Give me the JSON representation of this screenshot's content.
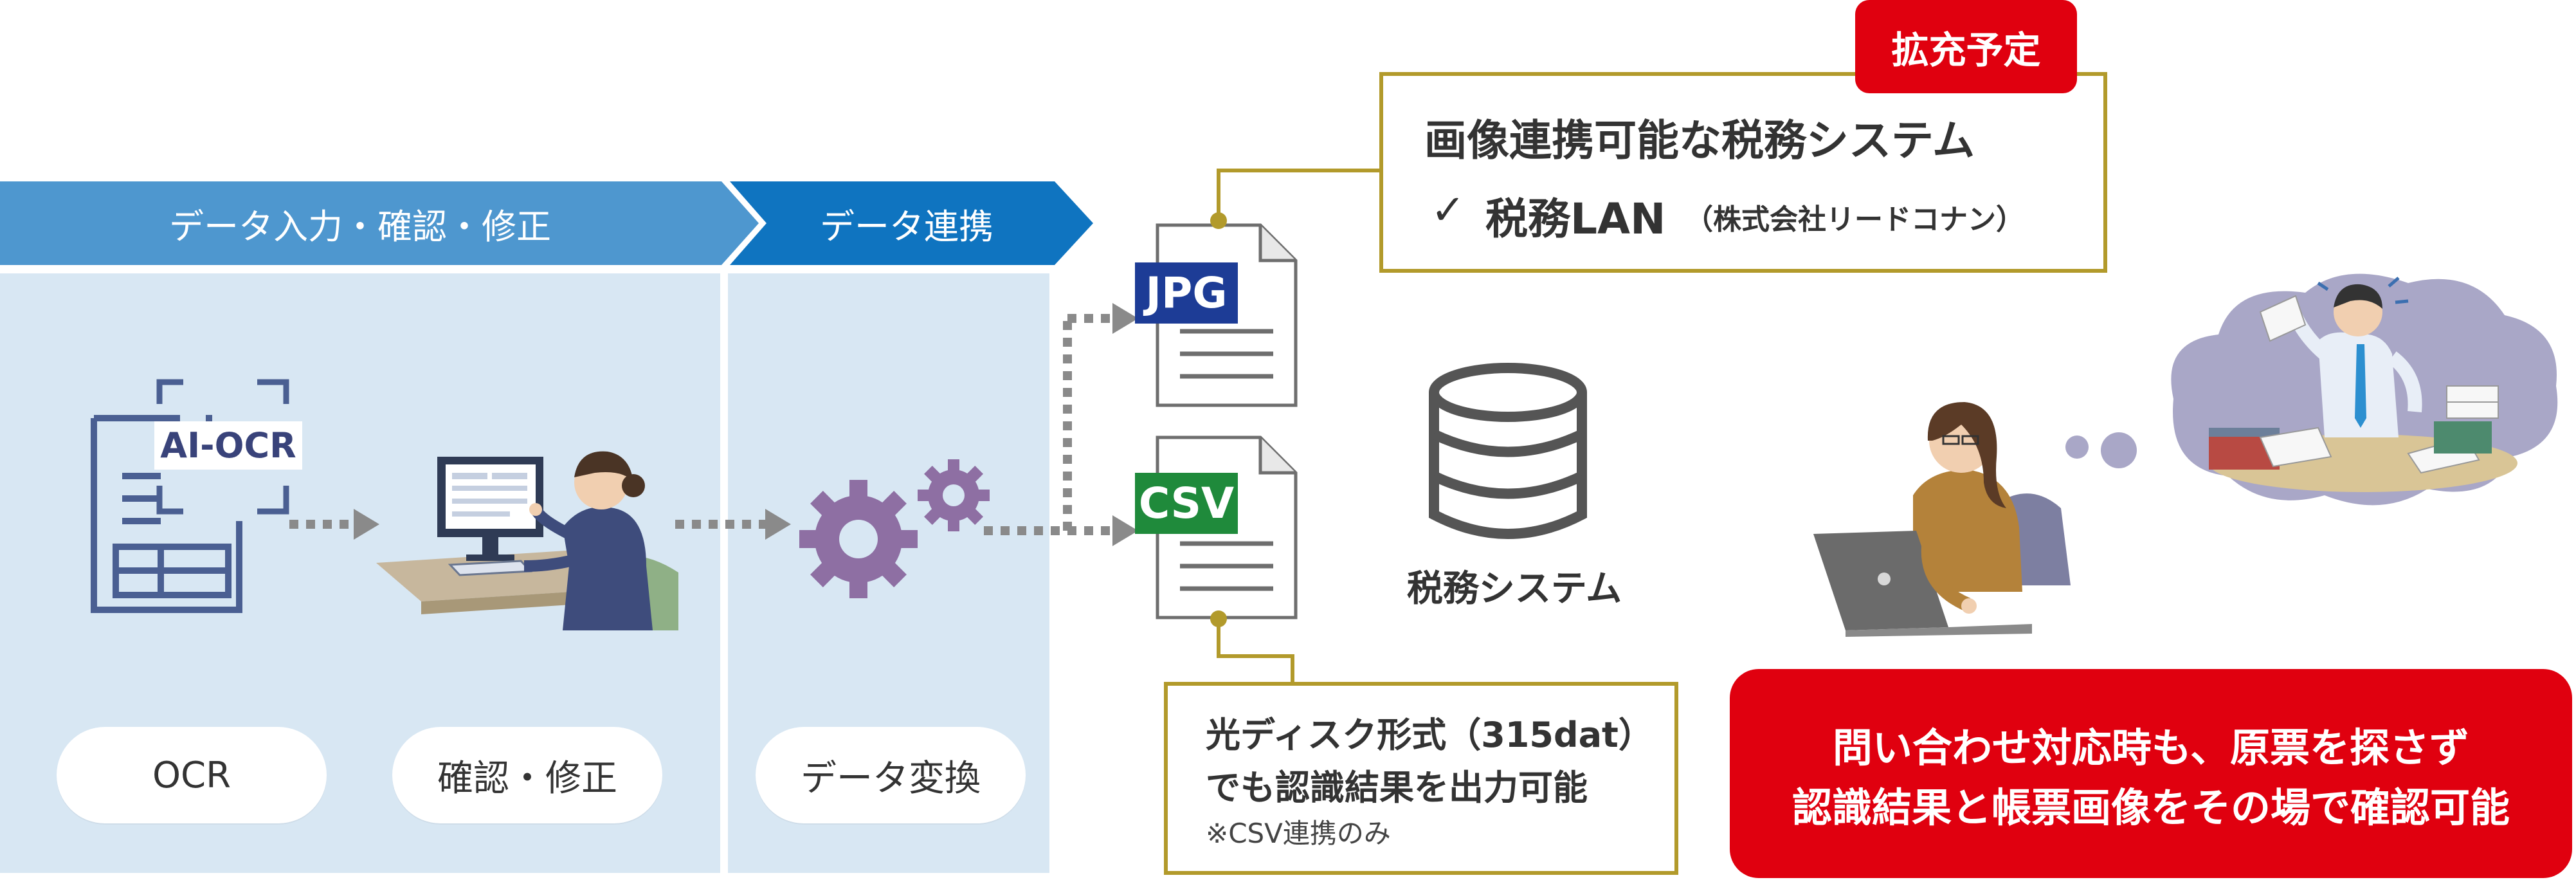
{
  "header": {
    "segment1": "データ入力・確認・修正",
    "segment2": "データ連携"
  },
  "ocr_doc_label": "AI-OCR",
  "pills": {
    "ocr": "OCR",
    "confirm": "確認・修正",
    "convert": "データ変換"
  },
  "files": {
    "jpg": "JPG",
    "csv": "CSV"
  },
  "tax_system_label": "税務システム",
  "expansion_badge": "拡充予定",
  "linkable_box": {
    "title": "画像連携可能な税務システム",
    "check": "✓",
    "item_main": "税務LAN",
    "item_note": "（株式会社リードコナン）"
  },
  "optical_box": {
    "line1": "光ディスク形式（315dat）",
    "line2": "でも認識結果を出力可能",
    "note": "※CSV連携のみ"
  },
  "red_box": {
    "line1": "問い合わせ対応時も、原票を探さず",
    "line2": "認識結果と帳票画像をその場で確認可能"
  },
  "colors": {
    "header_light": "#4e97cf",
    "header_dark": "#0f74c0",
    "panel_bg": "#d8e7f3",
    "gold": "#b29a2b",
    "red": "#e0000f",
    "jpg_tag": "#1d3c96",
    "csv_tag": "#1f8a3b",
    "gear": "#8e6fa3"
  }
}
